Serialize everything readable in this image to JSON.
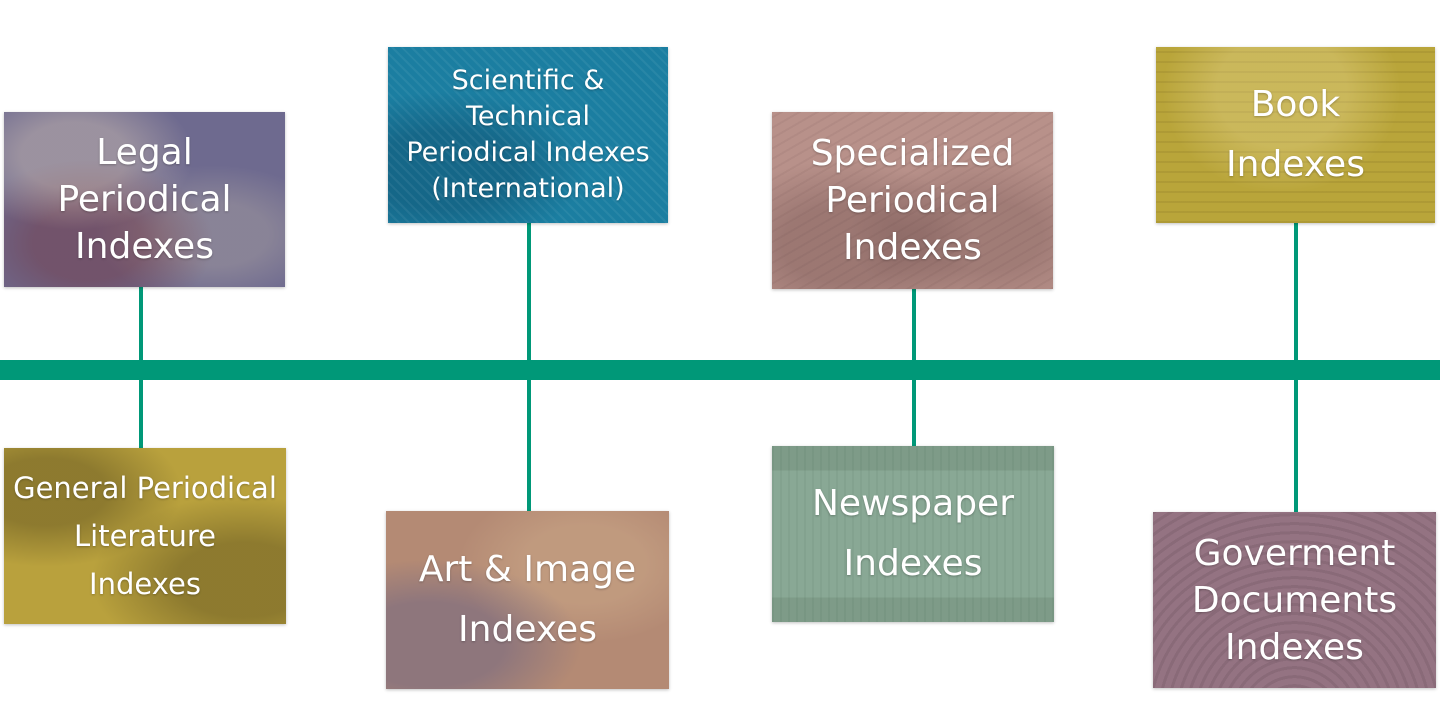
{
  "colors": {
    "timeline": "#009878",
    "white_text": "#ffffff"
  },
  "cards": [
    {
      "id": "legal-periodical-indexes",
      "label": "Legal\nPeriodical\nIndexes",
      "background": "#6e6a8f",
      "icon": "books-photo"
    },
    {
      "id": "scientific-technical-indexes",
      "label": "Scientific &\nTechnical\nPeriodical Indexes\n(International)",
      "background": "#1b7ea1",
      "icon": "engraving-photo"
    },
    {
      "id": "specialized-periodical-indexes",
      "label": "Specialized\nPeriodical\nIndexes",
      "background": "#b8918a",
      "icon": "figures-engraving"
    },
    {
      "id": "book-indexes",
      "label": "Book\nIndexes",
      "background": "#b9a53a",
      "icon": "open-book-photo"
    },
    {
      "id": "general-periodical-literature-indexes",
      "label": "General Periodical\nLiterature\nIndexes",
      "background": "#b9a13d",
      "icon": "portrait-photo"
    },
    {
      "id": "art-image-indexes",
      "label": "Art & Image\nIndexes",
      "background": "#b48a74",
      "icon": "manuscript-illustration"
    },
    {
      "id": "newspaper-indexes",
      "label": "Newspaper\nIndexes",
      "background": "#89a895",
      "icon": "newspaper-masthead"
    },
    {
      "id": "government-documents-indexes",
      "label": "Goverment\nDocuments\nIndexes",
      "background": "#947382",
      "icon": "assembly-photo"
    }
  ]
}
